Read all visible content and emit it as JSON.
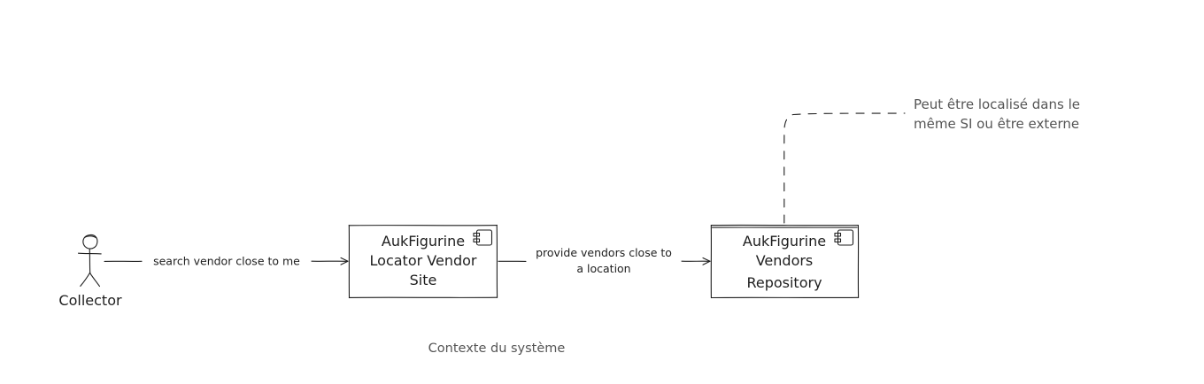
{
  "diagram": {
    "actor": {
      "label": "Collector"
    },
    "components": [
      {
        "id": "locator-site",
        "lines": [
          "AukFigurine",
          "Locator Vendor",
          "Site"
        ]
      },
      {
        "id": "vendors-repository",
        "lines": [
          "AukFigurine",
          "Vendors",
          "Repository"
        ]
      }
    ],
    "edges": [
      {
        "from": "Collector",
        "to": "locator-site",
        "lines": [
          "search vendor close to me"
        ]
      },
      {
        "from": "locator-site",
        "to": "vendors-repository",
        "lines": [
          "provide vendors close to",
          "a location"
        ]
      }
    ],
    "note": {
      "lines": [
        "Peut être localisé dans le",
        "même SI ou être externe"
      ]
    },
    "caption": "Contexte du système"
  },
  "colors": {
    "stroke": "#1e1e1e",
    "note_text": "#555555",
    "background": "#ffffff"
  }
}
